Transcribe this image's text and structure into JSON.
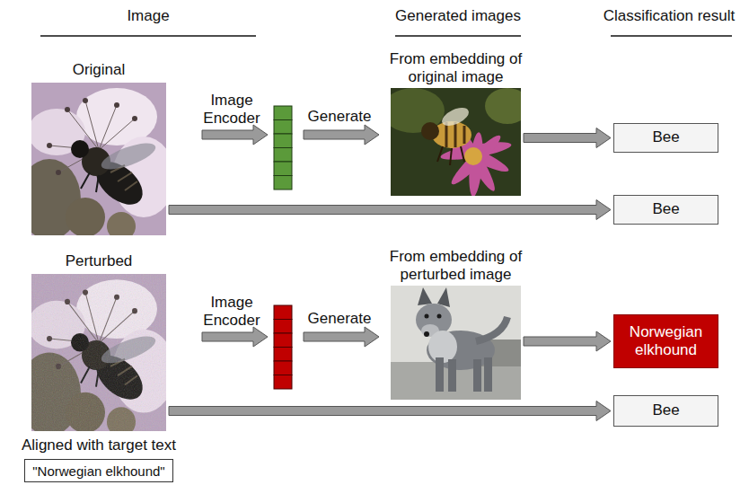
{
  "diagram": {
    "nodes": [
      {
        "text": [
          "Original"
        ]
      },
      {
        "text": [
          "From embedding of original image"
        ]
      },
      {
        "text": [
          "Bee"
        ]
      },
      {
        "text": [
          "Bee"
        ]
      },
      {
        "text": [
          "Perturbed"
        ]
      },
      {
        "text": [
          "From embedding of perturbed image"
        ]
      },
      {
        "text": [
          "Norwegian elkhound"
        ]
      },
      {
        "text": [
          "Bee"
        ]
      },
      {
        "text": [
          "\"Norwegian elkhound\""
        ]
      }
    ],
    "edges": [
      {
        "from": 1,
        "to": 2,
        "arrow": "to"
      },
      {
        "from": 0,
        "to": 3,
        "arrow": "to"
      },
      {
        "from": 5,
        "to": 6,
        "arrow": "to"
      },
      {
        "from": 4,
        "to": 7,
        "arrow": "to"
      }
    ],
    "labels": [
      "Image",
      "Generated images",
      "Classification result",
      "Image Encoder",
      "Generate",
      "Image Encoder",
      "Generate",
      "Aligned with target text"
    ]
  }
}
